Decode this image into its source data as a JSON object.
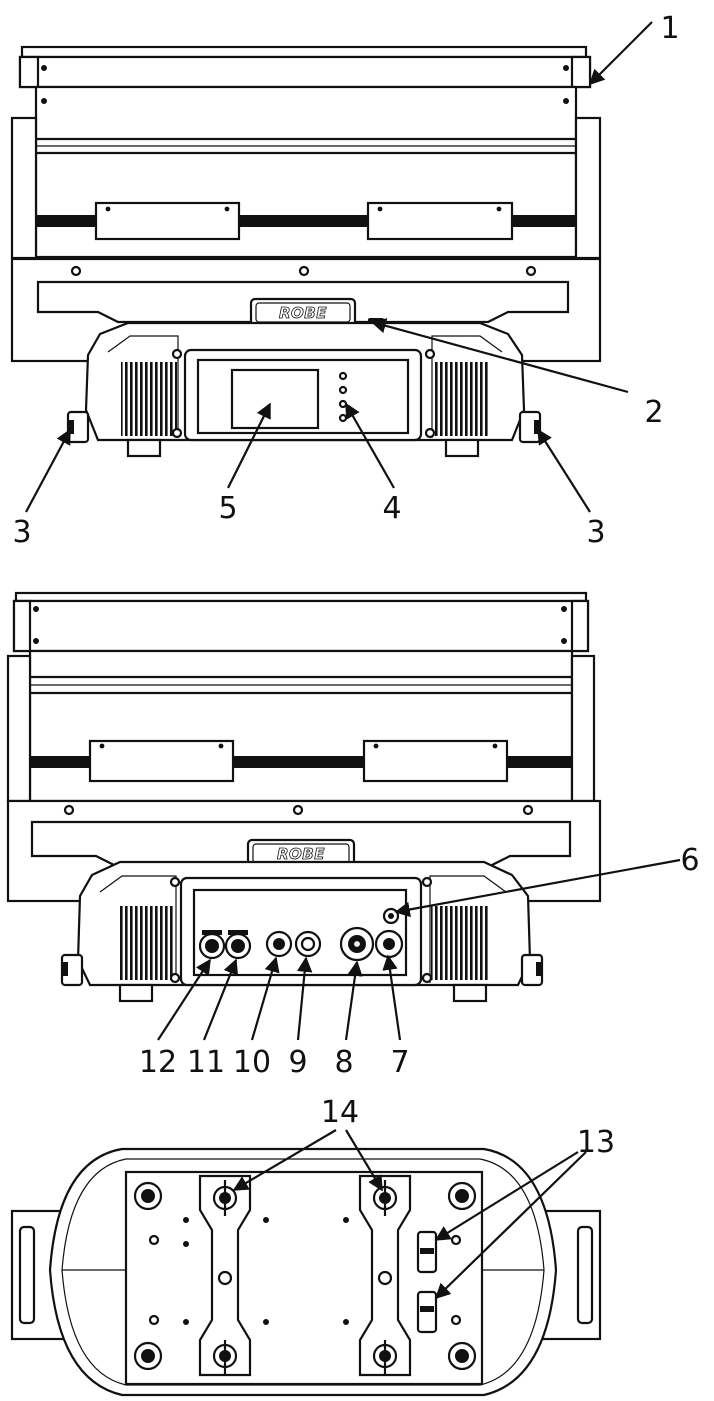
{
  "logo_text": "ROBE",
  "callouts": [
    {
      "id": "1",
      "label": "1"
    },
    {
      "id": "2",
      "label": "2"
    },
    {
      "id": "3a",
      "label": "3"
    },
    {
      "id": "3b",
      "label": "3"
    },
    {
      "id": "4",
      "label": "4"
    },
    {
      "id": "5",
      "label": "5"
    },
    {
      "id": "6",
      "label": "6"
    },
    {
      "id": "7",
      "label": "7"
    },
    {
      "id": "8",
      "label": "8"
    },
    {
      "id": "9",
      "label": "9"
    },
    {
      "id": "10",
      "label": "10"
    },
    {
      "id": "11",
      "label": "11"
    },
    {
      "id": "12",
      "label": "12"
    },
    {
      "id": "13",
      "label": "13"
    },
    {
      "id": "14",
      "label": "14"
    }
  ]
}
